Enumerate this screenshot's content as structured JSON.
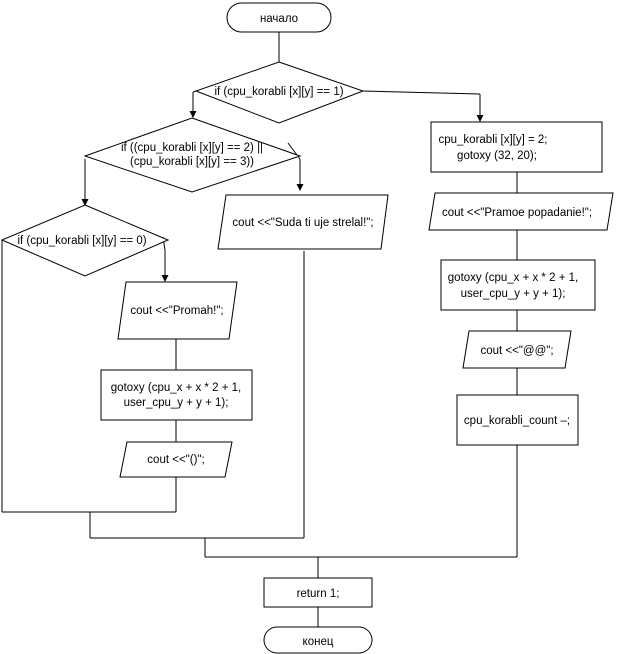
{
  "flowchart": {
    "start": "начало",
    "cond_hit": "if (cpu_korabli [x][y] == 1)",
    "cond_shot_line1": "if ((cpu_korabli [x][y] == 2) ||",
    "cond_shot_line2": "(cpu_korabli [x][y] == 3))",
    "cond_empty": "if (cpu_korabli [x][y] == 0)",
    "out_miss": "cout <<\"Promah!\";",
    "goto_left_line1": "gotoxy (cpu_x + x * 2 + 1,",
    "goto_left_line2": "user_cpu_y + y + 1);",
    "out_empty": "cout <<\"()\";",
    "out_already": "cout <<\"Suda ti uje strelal!\";",
    "assign_line1": "cpu_korabli [x][y] = 2;",
    "assign_line2": "gotoxy (32, 20);",
    "out_hit": "cout <<\"Pramoe popadanie!\";",
    "goto_right_line1": "gotoxy (cpu_x + x * 2 + 1,",
    "goto_right_line2": "user_cpu_y + y + 1);",
    "out_at": "cout <<\"@@\";",
    "decrement": "cpu_korabli_count –;",
    "return": "return 1;",
    "end": "конец"
  }
}
